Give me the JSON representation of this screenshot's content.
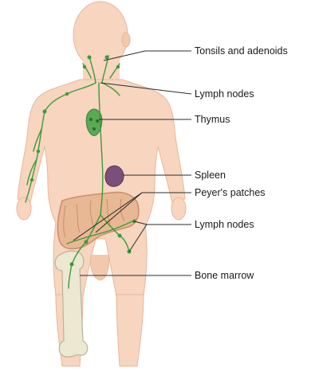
{
  "labels": {
    "tonsils": "Tonsils and adenoids",
    "lymph_nodes_upper": "Lymph nodes",
    "thymus": "Thymus",
    "spleen": "Spleen",
    "peyers": "Peyer's patches",
    "lymph_nodes_lower": "Lymph nodes",
    "bone_marrow": "Bone marrow"
  },
  "colors": {
    "skin": "#f7d5bf",
    "skin_outline": "#e8b79a",
    "lymph": "#3d9a3a",
    "spleen": "#7b4f7a",
    "intestine": "#e7b893",
    "bone": "#ece8d2"
  }
}
